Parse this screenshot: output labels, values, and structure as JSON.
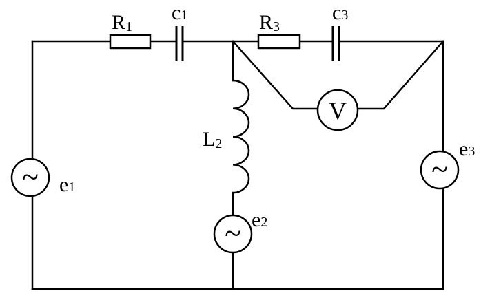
{
  "labels": {
    "R1": {
      "main": "R",
      "sub": "1"
    },
    "C1": {
      "main": "c",
      "sub": "1"
    },
    "R3": {
      "main": "R",
      "sub": "3"
    },
    "C3": {
      "main": "c",
      "sub": "3"
    },
    "L2": {
      "main": "L",
      "sub": "2"
    },
    "e1": {
      "main": "e",
      "sub": "1"
    },
    "e2": {
      "main": "e",
      "sub": "2"
    },
    "e3": {
      "main": "e",
      "sub": "3"
    }
  },
  "voltmeter": {
    "symbol": "V"
  },
  "source_symbol": "~"
}
